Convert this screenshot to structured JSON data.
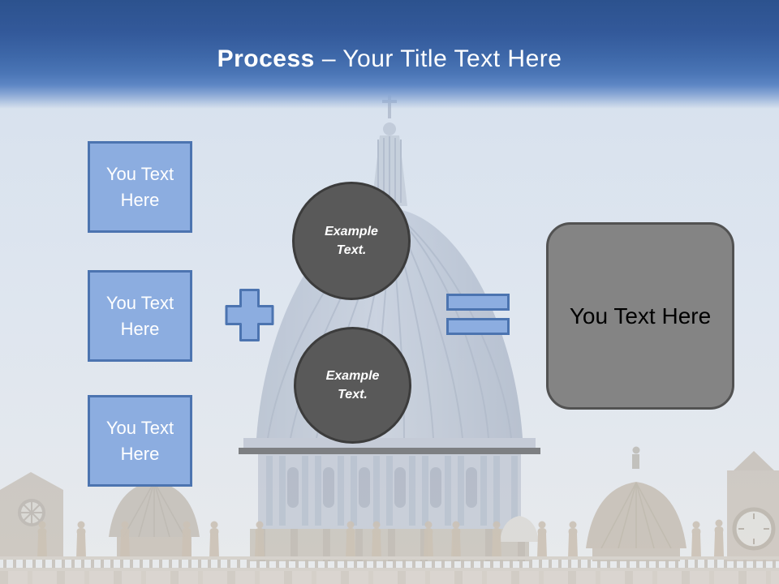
{
  "title": {
    "bold": "Process",
    "rest": "– Your Title Text Here"
  },
  "input_boxes": [
    {
      "label": "You Text Here"
    },
    {
      "label": "You Text Here"
    },
    {
      "label": "You Text Here"
    }
  ],
  "operators": {
    "plus_icon": "plus-shape",
    "equals_icon": "equals-shape"
  },
  "example_circles": [
    {
      "label": "Example Text."
    },
    {
      "label": "Example Text."
    }
  ],
  "result_box": {
    "label": "You Text Here"
  },
  "colors": {
    "accent_blue_fill": "#8cade0",
    "accent_blue_border": "#4c74b0",
    "circle_fill": "#595959",
    "circle_border": "#3c3c3c",
    "result_fill": "#848484",
    "result_border": "#525252",
    "header_top": "#2c528e",
    "header_mid": "#4b76b6",
    "title_text": "#ffffff",
    "sky": "#d9e3f0"
  }
}
